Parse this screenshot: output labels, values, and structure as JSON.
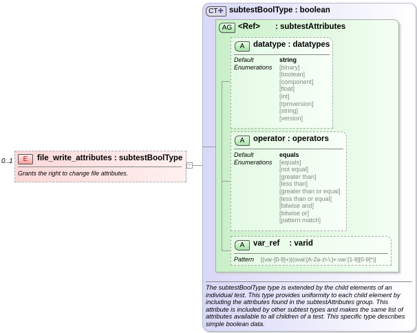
{
  "element": {
    "cardinality": "0..1",
    "badge": "E",
    "name": "file_write_attributes",
    "type": ": subtestBoolType",
    "doc": "Grants the right to change file attributes."
  },
  "complex_type": {
    "badge": "CT",
    "name": "subtestBoolType",
    "base": ": boolean",
    "doc": "The subtestBoolType type is extended by the child elements of an individual test.  This type provides uniformity to each child element by including the attributes found in the subtestAttributes group.  This attribute is included by other subtest types and makes the same list of attributes available to all children of a test.  This specific type describes simple boolean data."
  },
  "attribute_group": {
    "badge": "AG",
    "name": "<Ref>",
    "type": ": subtestAttributes"
  },
  "attributes": [
    {
      "badge": "A",
      "name": "datatype",
      "type": ": datatypes",
      "default_label": "Default",
      "enum_label": "Enumerations",
      "default": "string",
      "enumerations": [
        "[binary]",
        "[boolean]",
        "[component]",
        "[float]",
        "[int]",
        "[rpmversion]",
        "[string]",
        "[version]"
      ]
    },
    {
      "badge": "A",
      "name": "operator",
      "type": ": operators",
      "default_label": "Default",
      "enum_label": "Enumerations",
      "default": "equals",
      "enumerations": [
        "[equals]",
        "[not equal]",
        "[greater than]",
        "[less than]",
        "[greater than or equal]",
        "[less than or equal]",
        "[bitwise and]",
        "[bitwise or]",
        "[pattern match]"
      ]
    },
    {
      "badge": "A",
      "name": "var_ref",
      "type": ": varid",
      "pattern_label": "Pattern",
      "pattern": "[(var-[0-9]+)|(oval:[A-Za-z\\-\\.]+:var:[1-9][0-9]*)]"
    }
  ]
}
